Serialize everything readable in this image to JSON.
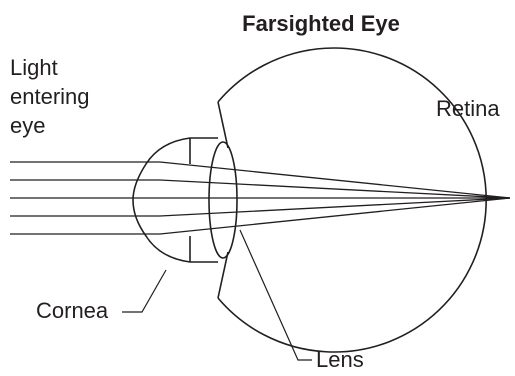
{
  "title": "Farsighted Eye",
  "labels": {
    "light_line1": "Light",
    "light_line2": "entering",
    "light_line3": "eye",
    "retina": "Retina",
    "cornea": "Cornea",
    "lens": "Lens"
  },
  "colors": {
    "ink": "#231f20",
    "background": "#ffffff"
  },
  "rays": {
    "count": 5
  }
}
